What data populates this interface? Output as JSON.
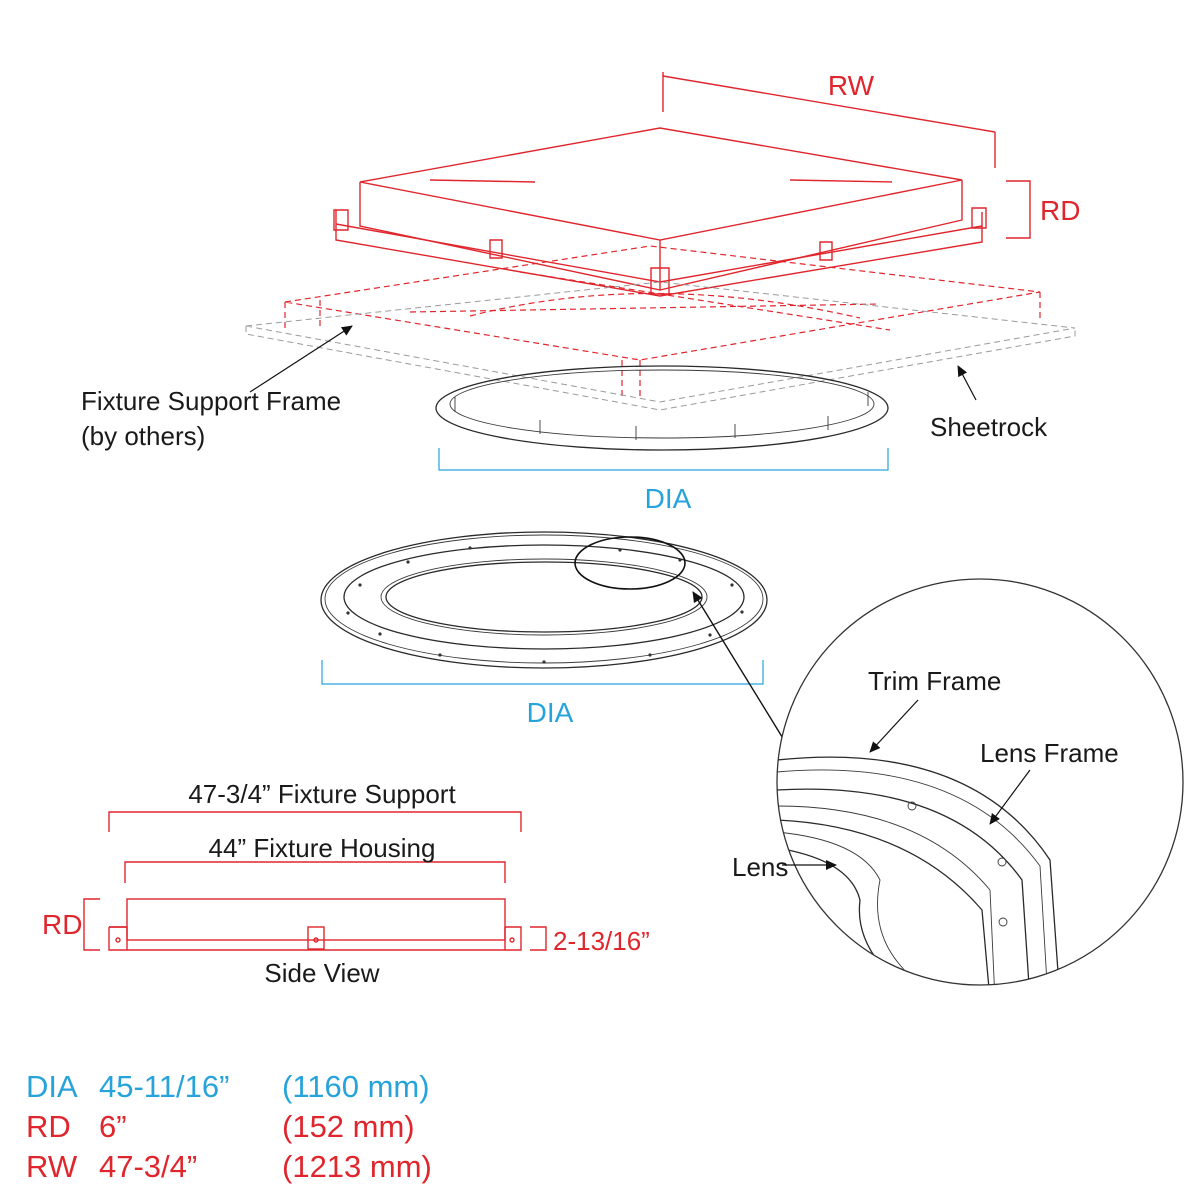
{
  "colors": {
    "rw_rd": "#e0262d",
    "dia": "#27a3dc",
    "linework": "#1a1a1a"
  },
  "top_view": {
    "rw_label": "RW",
    "rd_label": "RD",
    "support_label_line1": "Fixture Support Frame",
    "support_label_line2": "(by others)",
    "sheetrock_label": "Sheetrock",
    "dia_label": "DIA"
  },
  "trim_view": {
    "dia_label": "DIA"
  },
  "detail": {
    "trim_frame_label": "Trim Frame",
    "lens_frame_label": "Lens Frame",
    "lens_label": "Lens"
  },
  "side_view": {
    "support_label": "47-3/4” Fixture Support",
    "housing_label": "44” Fixture Housing",
    "rd_label": "RD",
    "depth_label": "2-13/16”",
    "title": "Side View"
  },
  "legend": [
    {
      "key": "DIA",
      "imperial": "45-11/16”",
      "metric": "(1160 mm)",
      "color": "#27a3dc"
    },
    {
      "key": "RD",
      "imperial": "6”",
      "metric": "(152 mm)",
      "color": "#e0262d"
    },
    {
      "key": "RW",
      "imperial": "47-3/4”",
      "metric": "(1213 mm)",
      "color": "#e0262d"
    }
  ]
}
